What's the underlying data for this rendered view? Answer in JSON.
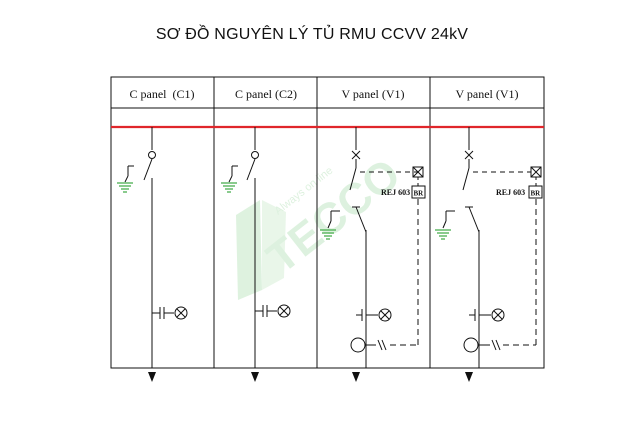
{
  "title": "SƠ ĐỒ NGUYÊN LÝ TỦ RMU CCVV 24kV",
  "panels": [
    {
      "label": "C panel  (C1)"
    },
    {
      "label": "C panel (C2)"
    },
    {
      "label": "V panel (V1)"
    },
    {
      "label": "V panel (V1)"
    }
  ],
  "relay": {
    "model": "REJ 603",
    "box": "BR"
  },
  "watermark": {
    "brand": "TECCO",
    "slogan": "Always on line"
  },
  "colors": {
    "busbar": "#e0262b",
    "earth": "#4caf50",
    "line": "#111111",
    "watermark": "#9fd6a4"
  }
}
